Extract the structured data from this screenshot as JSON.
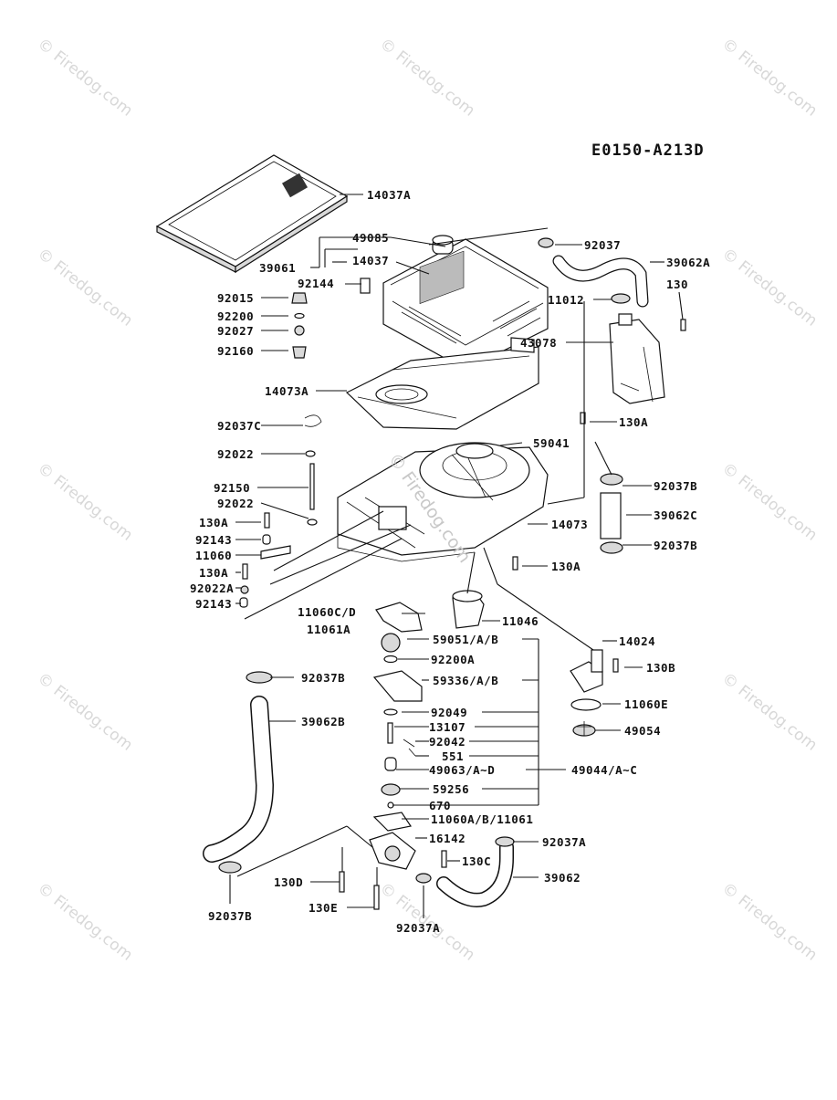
{
  "diagram_code": "E0150-A213D",
  "watermark": {
    "text": "© Firedog.com",
    "center_text": "© Firedog.com"
  },
  "labels": {
    "l14037A": "14037A",
    "l49085": "49085",
    "l14037": "14037",
    "l39061": "39061",
    "l92144": "92144",
    "l92037_top": "92037",
    "l39062A": "39062A",
    "l11012": "11012",
    "l130": "130",
    "l43078": "43078",
    "l92015": "92015",
    "l92200": "92200",
    "l92027": "92027",
    "l92160": "92160",
    "l14073A": "14073A",
    "l130A_1": "130A",
    "l92037C": "92037C",
    "l59041": "59041",
    "l92022_1": "92022",
    "l92037B_1": "92037B",
    "l92150": "92150",
    "l39062C": "39062C",
    "l92022_2": "92022",
    "l14073": "14073",
    "l130A_2": "130A",
    "l92037B_2": "92037B",
    "l92143_1": "92143",
    "l11060": "11060",
    "l130A_3": "130A",
    "l130A_4": "130A",
    "l92022A": "92022A",
    "l92143_2": "92143",
    "l11060CD": "11060C/D",
    "l11061A": "11061A",
    "l11046": "11046",
    "l59051": "59051/A/B",
    "l14024": "14024",
    "l92200A": "92200A",
    "l130B": "130B",
    "l92037B_3": "92037B",
    "l59336": "59336/A/B",
    "l11060E": "11060E",
    "l92049": "92049",
    "l49054": "49054",
    "l39062B": "39062B",
    "l13107": "13107",
    "l92042": "92042",
    "l551": "551",
    "l49063": "49063/A~D",
    "l49044": "49044/A~C",
    "l59256": "59256",
    "l670": "670",
    "l11060AB": "11060A/B/11061",
    "l16142": "16142",
    "l92037A_1": "92037A",
    "l130C": "130C",
    "l39062": "39062",
    "l130D": "130D",
    "l130E": "130E",
    "l92037A_2": "92037A",
    "l92037B_4": "92037B"
  }
}
